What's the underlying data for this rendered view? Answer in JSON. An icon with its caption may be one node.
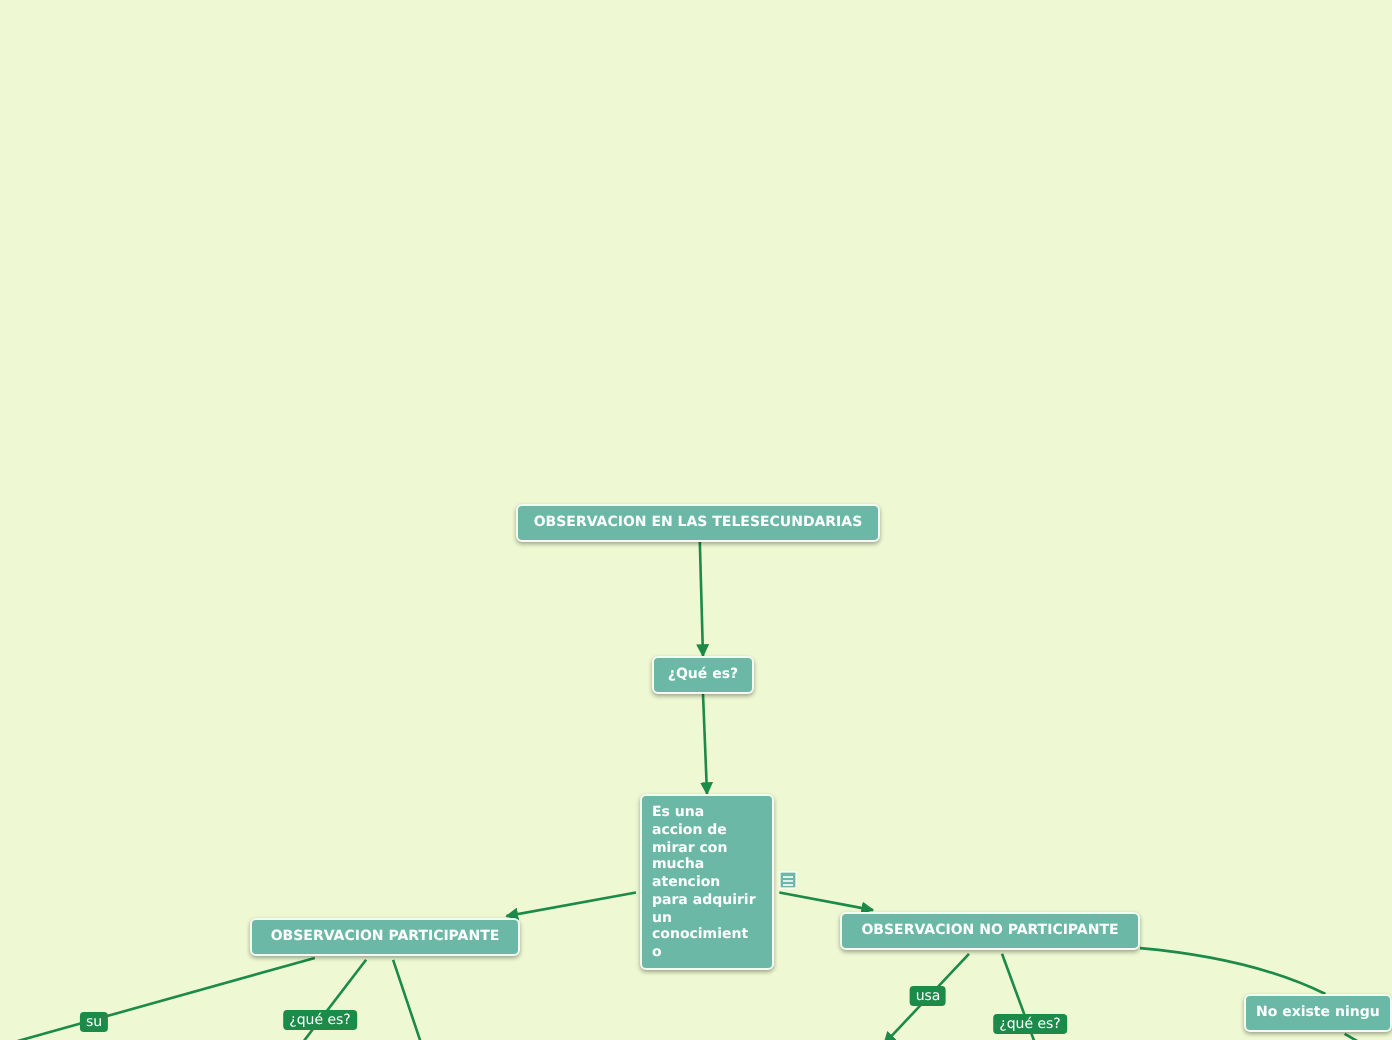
{
  "diagram": {
    "nodes": [
      {
        "text": [
          "OBSERVACION EN LAS TELESECUNDARIAS"
        ]
      },
      {
        "text": [
          "¿Qué es?"
        ]
      },
      {
        "text": [
          "Es una accion de mirar con mucha atencion para adquirir un conocimiento"
        ]
      },
      {
        "text": [
          "OBSERVACION PARTICIPANTE"
        ]
      },
      {
        "text": [
          "OBSERVACION NO PARTICIPANTE"
        ]
      },
      {
        "text": [
          "No existe ningu"
        ]
      }
    ],
    "edges": [
      {
        "from": 0,
        "to": 1,
        "arrow": "to"
      },
      {
        "from": 1,
        "to": 2,
        "arrow": "to"
      },
      {
        "from": 2,
        "to": 3,
        "arrow": "to"
      },
      {
        "from": 2,
        "to": 4,
        "arrow": "to"
      },
      {
        "from": 4,
        "to": 5,
        "arrow": "none"
      },
      {
        "from": 3,
        "to": null,
        "arrow": "none",
        "label": "su"
      },
      {
        "from": 3,
        "to": null,
        "arrow": "none",
        "label": "¿qué es?"
      },
      {
        "from": 3,
        "to": null,
        "arrow": "none"
      },
      {
        "from": 4,
        "to": null,
        "arrow": "to",
        "label": "usa"
      },
      {
        "from": 4,
        "to": null,
        "arrow": "none",
        "label": "¿qué es?"
      },
      {
        "from": 5,
        "to": null,
        "arrow": "none"
      }
    ]
  }
}
